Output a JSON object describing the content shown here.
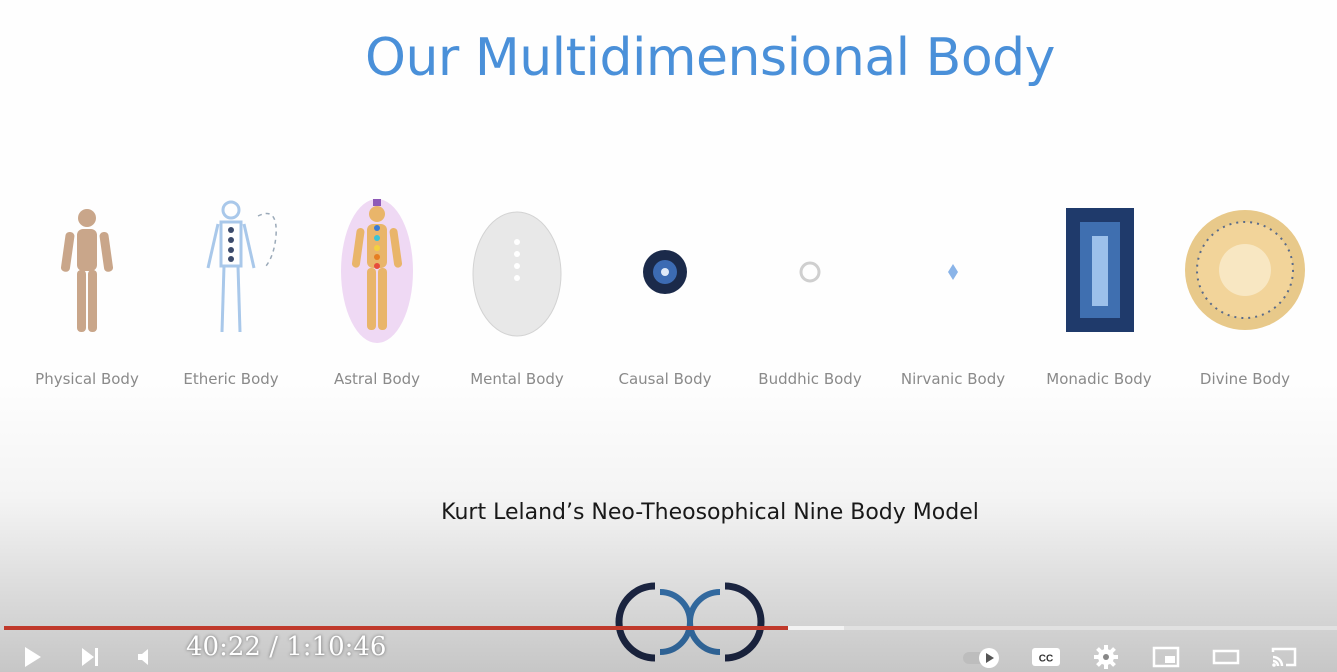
{
  "slide": {
    "title": "Our Multidimensional Body",
    "subtitle": "Kurt Leland’s Neo-Theosophical Nine Body Model",
    "bodies": [
      {
        "label": "Physical Body",
        "icon": "physical-body-icon"
      },
      {
        "label": "Etheric Body",
        "icon": "etheric-body-icon"
      },
      {
        "label": "Astral Body",
        "icon": "astral-body-icon"
      },
      {
        "label": "Mental Body",
        "icon": "mental-body-icon"
      },
      {
        "label": "Causal Body",
        "icon": "causal-body-icon"
      },
      {
        "label": "Buddhic Body",
        "icon": "buddhic-body-icon"
      },
      {
        "label": "Nirvanic Body",
        "icon": "nirvanic-body-icon"
      },
      {
        "label": "Monadic Body",
        "icon": "monadic-body-icon"
      },
      {
        "label": "Divine Body",
        "icon": "divine-body-icon"
      }
    ]
  },
  "player": {
    "current_time": "40:22",
    "separator": " / ",
    "duration": "1:10:46",
    "played_fraction": 0.588,
    "buffered_fraction": 0.63,
    "colors": {
      "played": "#c0392b",
      "title": "#4a90d9"
    },
    "controls": [
      "play-icon",
      "next-icon",
      "volume-icon",
      "autoplay-toggle",
      "captions-icon",
      "settings-icon",
      "miniplayer-icon",
      "theater-icon",
      "cast-icon"
    ],
    "captions_label": "CC"
  }
}
